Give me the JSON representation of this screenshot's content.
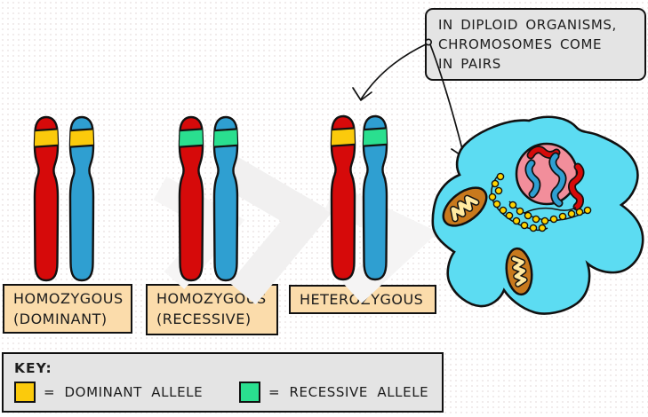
{
  "callout": {
    "lines": [
      "IN DIPLOID ORGANISMS,",
      "CHROMOSOMES COME",
      "IN PAIRS"
    ]
  },
  "pairs": [
    {
      "label_lines": [
        "HOMOZYGOUS",
        "(DOMINANT)"
      ],
      "chromosomes": [
        {
          "body_color": "red",
          "allele_band": "dominant"
        },
        {
          "body_color": "blue",
          "allele_band": "dominant"
        }
      ]
    },
    {
      "label_lines": [
        "HOMOZYGOUS",
        "(RECESSIVE)"
      ],
      "chromosomes": [
        {
          "body_color": "red",
          "allele_band": "recessive"
        },
        {
          "body_color": "blue",
          "allele_band": "recessive"
        }
      ]
    },
    {
      "label_lines": [
        "HETEROZYGOUS"
      ],
      "chromosomes": [
        {
          "body_color": "red",
          "allele_band": "dominant"
        },
        {
          "body_color": "blue",
          "allele_band": "recessive"
        }
      ]
    }
  ],
  "key": {
    "title": "KEY:",
    "entries": [
      {
        "swatch_color": "#fbca0c",
        "label": "= DOMINANT ALLELE"
      },
      {
        "swatch_color": "#2adf8f",
        "label": "= RECESSIVE ALLELE"
      }
    ]
  },
  "colors": {
    "dominant_allele": "#fbca0c",
    "recessive_allele": "#2adf8f",
    "chromosome_red": "#d60a0a",
    "chromosome_blue": "#2f9fd1",
    "cell_cytoplasm": "#5cdcf2",
    "nucleus": "#f28e9b",
    "mitochondrion": "#c8791d",
    "mitochondrion_cristae": "#ffe9a0",
    "ribosome_dot": "#ffd400",
    "callout_bg": "#e4e4e4",
    "key_bg": "#e4e4e4",
    "label_bg": "#fbdcab",
    "outline": "#111111"
  }
}
